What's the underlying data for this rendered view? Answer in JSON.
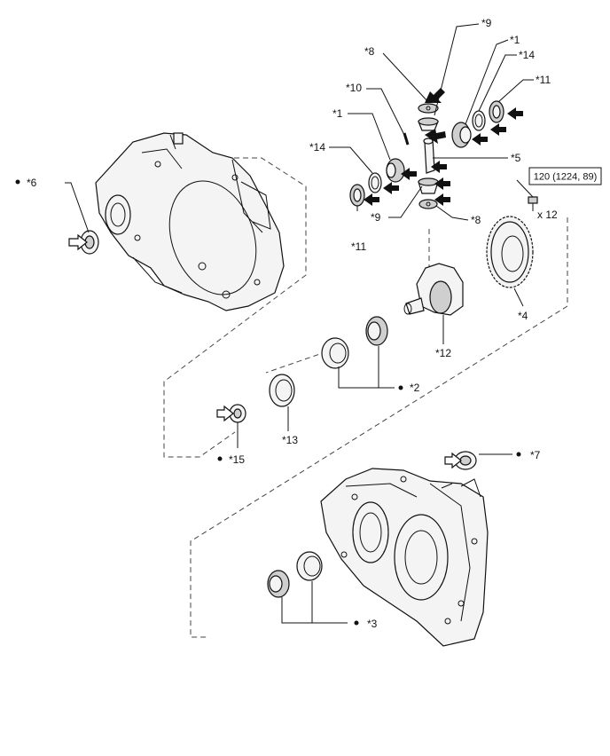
{
  "labels": {
    "p1a": "*1",
    "p1b": "*1",
    "p2": "*2",
    "p3": "*3",
    "p4": "*4",
    "p5": "*5",
    "p6": "*6",
    "p7": "*7",
    "p8a": "*8",
    "p8b": "*8",
    "p9a": "*9",
    "p9b": "*9",
    "p10": "*10",
    "p11a": "*11",
    "p11b": "*11",
    "p12": "*12",
    "p13": "*13",
    "p14a": "*14",
    "p14b": "*14",
    "p15": "*15"
  },
  "torque": "120 (1224, 89)",
  "quantity": "x 12",
  "bullet": "●"
}
